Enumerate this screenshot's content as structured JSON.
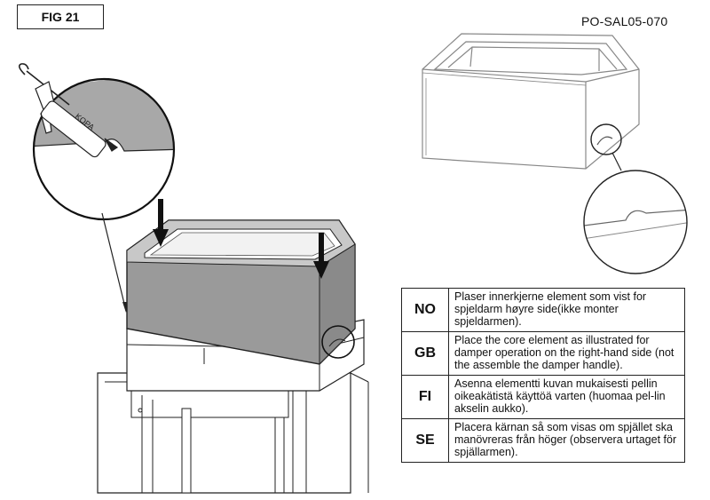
{
  "figure": {
    "label": "FIG 21",
    "doc_code": "PO-SAL05-070"
  },
  "caulk_gun": {
    "brand": "KOPA"
  },
  "instructions": [
    {
      "code": "NO",
      "text": "Plaser innerkjerne element som vist for spjeldarm høyre side(ikke monter spjeldarmen)."
    },
    {
      "code": "GB",
      "text": "Place the core element as illustrated for damper operation on the right-hand side (not the assemble the damper handle)."
    },
    {
      "code": "FI",
      "text": "Asenna elementti kuvan mukaisesti pellin oikeakätistä käyttöä varten (huomaa pel-lin akselin aukko)."
    },
    {
      "code": "SE",
      "text": "Placera kärnan så som visas om spjället ska manövreras från höger (observera urtaget för spjällarmen)."
    }
  ],
  "colors": {
    "core_fill": "#9a9a9a",
    "core_dark": "#6f6f6f",
    "line": "#222222",
    "zoom_gray": "#a8a8a8"
  }
}
